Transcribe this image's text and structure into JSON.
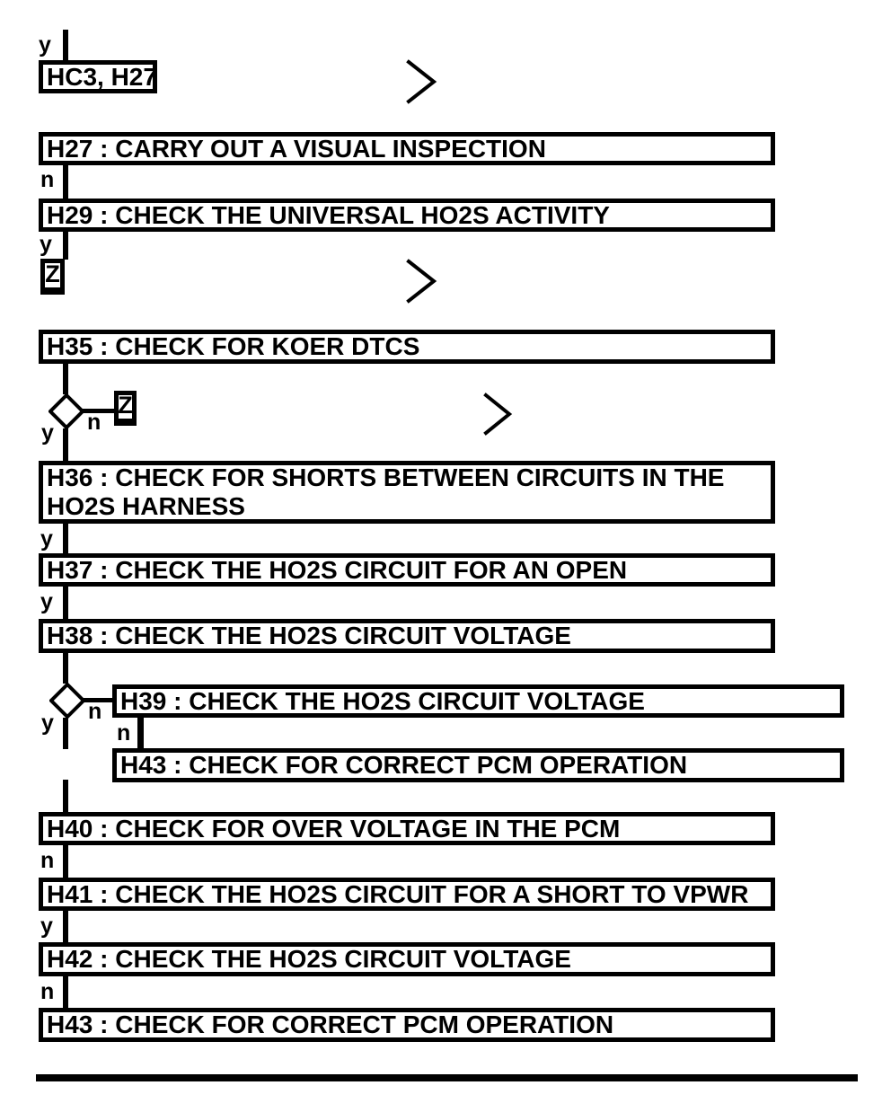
{
  "diagram": {
    "background": "#ffffff",
    "line_color": "#000000",
    "entry": {
      "branch_label": "y",
      "connector_box_label": "HC3, H27"
    },
    "offpage_connectors": {
      "z1": "Z",
      "z2": "Z"
    },
    "boxes": {
      "h27": "H27 : CARRY OUT A VISUAL INSPECTION",
      "h29": "H29 : CHECK THE UNIVERSAL HO2S ACTIVITY",
      "h35": "H35 : CHECK FOR KOER DTCS",
      "h36_line1": "H36 : CHECK FOR SHORTS BETWEEN CIRCUITS IN THE",
      "h36_line2": "HO2S HARNESS",
      "h37": "H37 : CHECK THE HO2S CIRCUIT FOR AN OPEN",
      "h38": "H38 : CHECK THE HO2S CIRCUIT VOLTAGE",
      "h39": "H39 : CHECK THE HO2S CIRCUIT VOLTAGE",
      "h43a": "H43 : CHECK FOR CORRECT PCM OPERATION",
      "h40": "H40 : CHECK FOR OVER VOLTAGE IN THE PCM",
      "h41": "H41 : CHECK THE HO2S CIRCUIT FOR A SHORT TO VPWR",
      "h42": "H42 : CHECK THE HO2S CIRCUIT VOLTAGE",
      "h43b": "H43 : CHECK FOR CORRECT PCM OPERATION"
    },
    "branch_labels": {
      "h27_out": "n",
      "h29_out": "y",
      "d1_yes": "y",
      "d1_no": "n",
      "h36_out": "y",
      "h37_out": "y",
      "d2_yes": "y",
      "d2_no": "n",
      "h39_out": "n",
      "h40_out": "n",
      "h41_out": "y",
      "h42_out": "n"
    }
  }
}
